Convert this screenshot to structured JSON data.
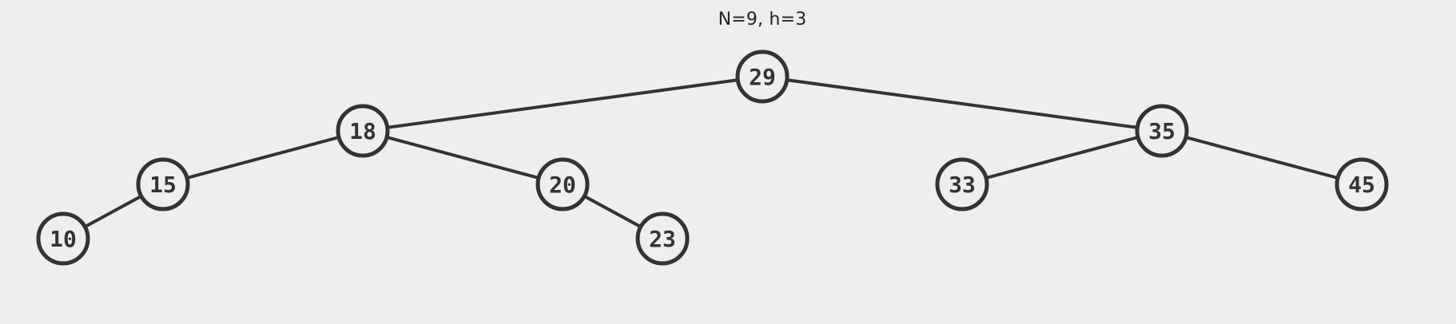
{
  "caption": "N=9, h=3",
  "colors": {
    "background": "#eeeeee",
    "stroke": "#333333",
    "node_fill": "#eeeeee",
    "text": "#333333"
  },
  "tree": {
    "nodes": [
      {
        "id": "n29",
        "label": "29"
      },
      {
        "id": "n18",
        "label": "18"
      },
      {
        "id": "n35",
        "label": "35"
      },
      {
        "id": "n15",
        "label": "15"
      },
      {
        "id": "n20",
        "label": "20"
      },
      {
        "id": "n33",
        "label": "33"
      },
      {
        "id": "n45",
        "label": "45"
      },
      {
        "id": "n10",
        "label": "10"
      },
      {
        "id": "n23",
        "label": "23"
      }
    ],
    "edges": [
      {
        "from": "n29",
        "to": "n18"
      },
      {
        "from": "n29",
        "to": "n35"
      },
      {
        "from": "n18",
        "to": "n15"
      },
      {
        "from": "n18",
        "to": "n20"
      },
      {
        "from": "n15",
        "to": "n10"
      },
      {
        "from": "n20",
        "to": "n23"
      },
      {
        "from": "n35",
        "to": "n33"
      },
      {
        "from": "n35",
        "to": "n45"
      }
    ]
  }
}
